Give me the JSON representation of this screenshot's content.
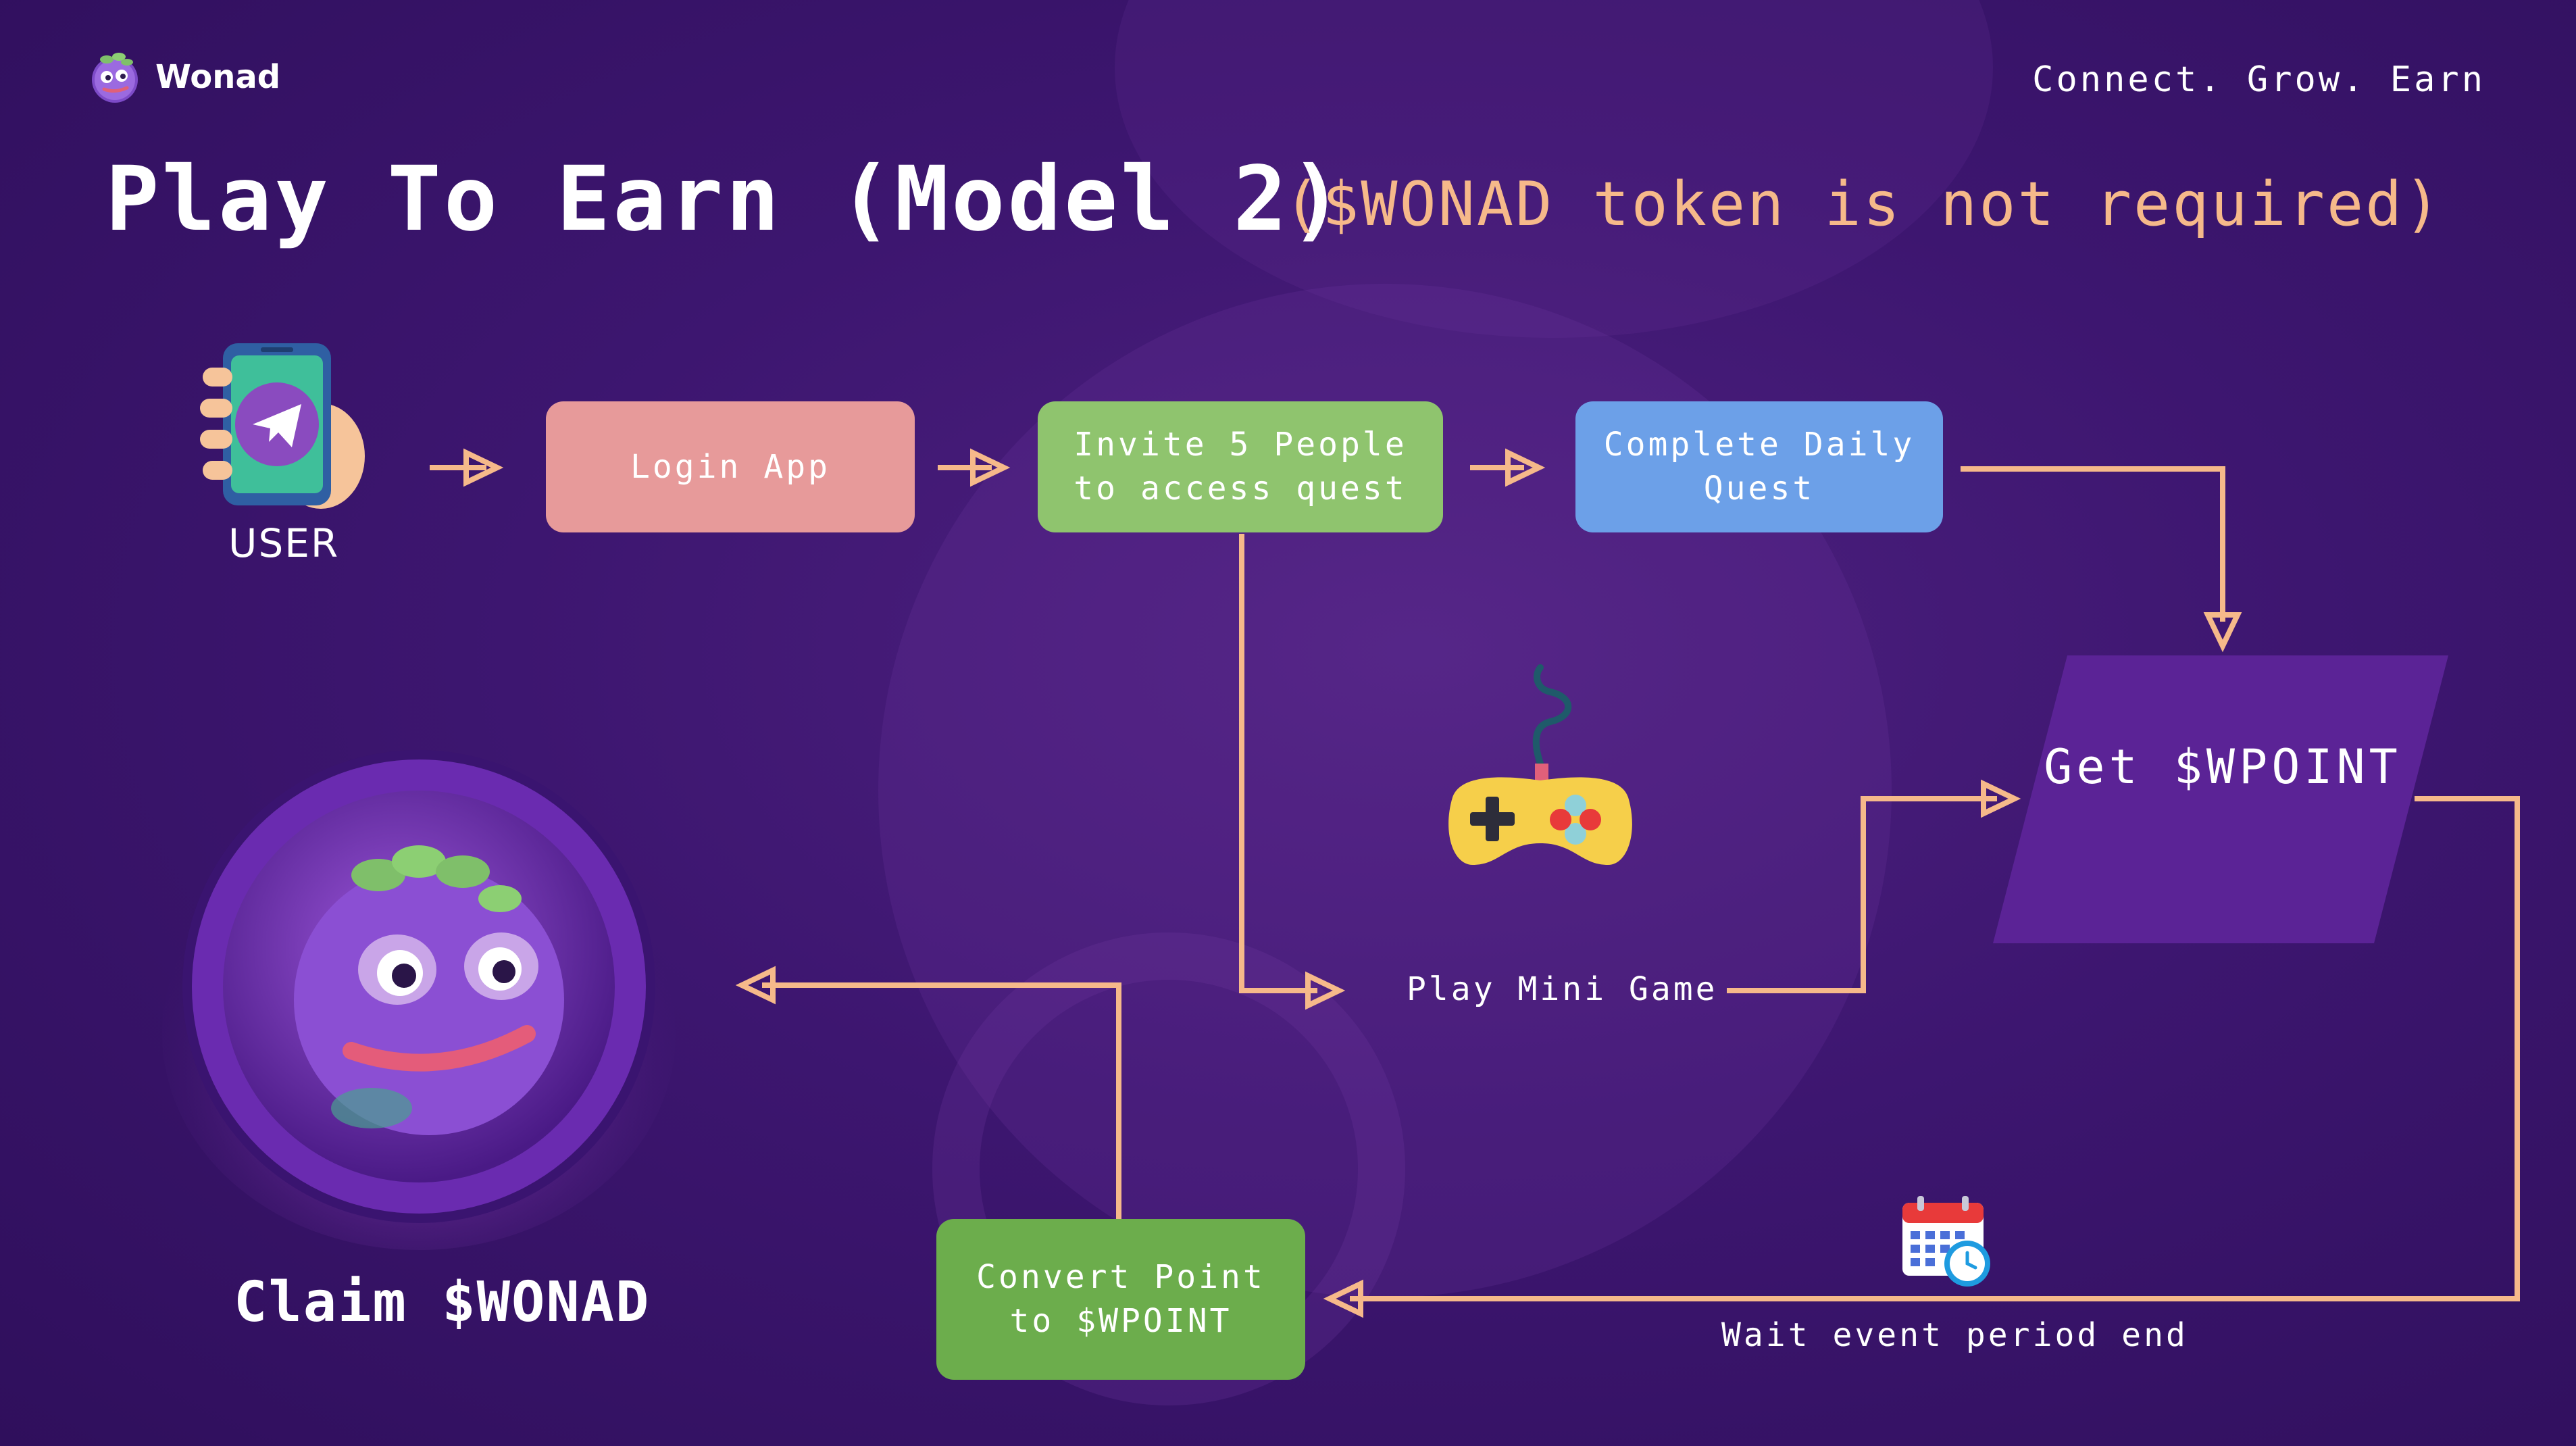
{
  "brand": {
    "name": "Wonad"
  },
  "tagline": "Connect. Grow. Earn",
  "title": "Play To Earn (Model 2)",
  "subtitle": "($WONAD token is not required)",
  "nodes": {
    "user": "USER",
    "login": "Login App",
    "invite": "Invite 5 People to access quest",
    "daily": "Complete Daily Quest",
    "wpoint": "Get $WPOINT",
    "minigame": "Play Mini Game",
    "wait": "Wait event period end",
    "convert": "Convert Point to $WPOINT",
    "claim": "Claim $WONAD"
  },
  "colors": {
    "background": "#3d1670",
    "arrow": "#f6b98a",
    "login_box": "#e79a9a",
    "invite_box": "#8fc46e",
    "daily_box": "#6ca0e8",
    "wpoint_box": "#5b2396",
    "convert_box": "#6cad4c",
    "subtitle": "#f6b98a"
  },
  "icons": {
    "user": "phone-telegram-icon",
    "minigame": "gamepad-icon",
    "wait": "calendar-clock-icon",
    "claim": "wonad-coin-icon",
    "brand": "wonad-logo-icon"
  }
}
